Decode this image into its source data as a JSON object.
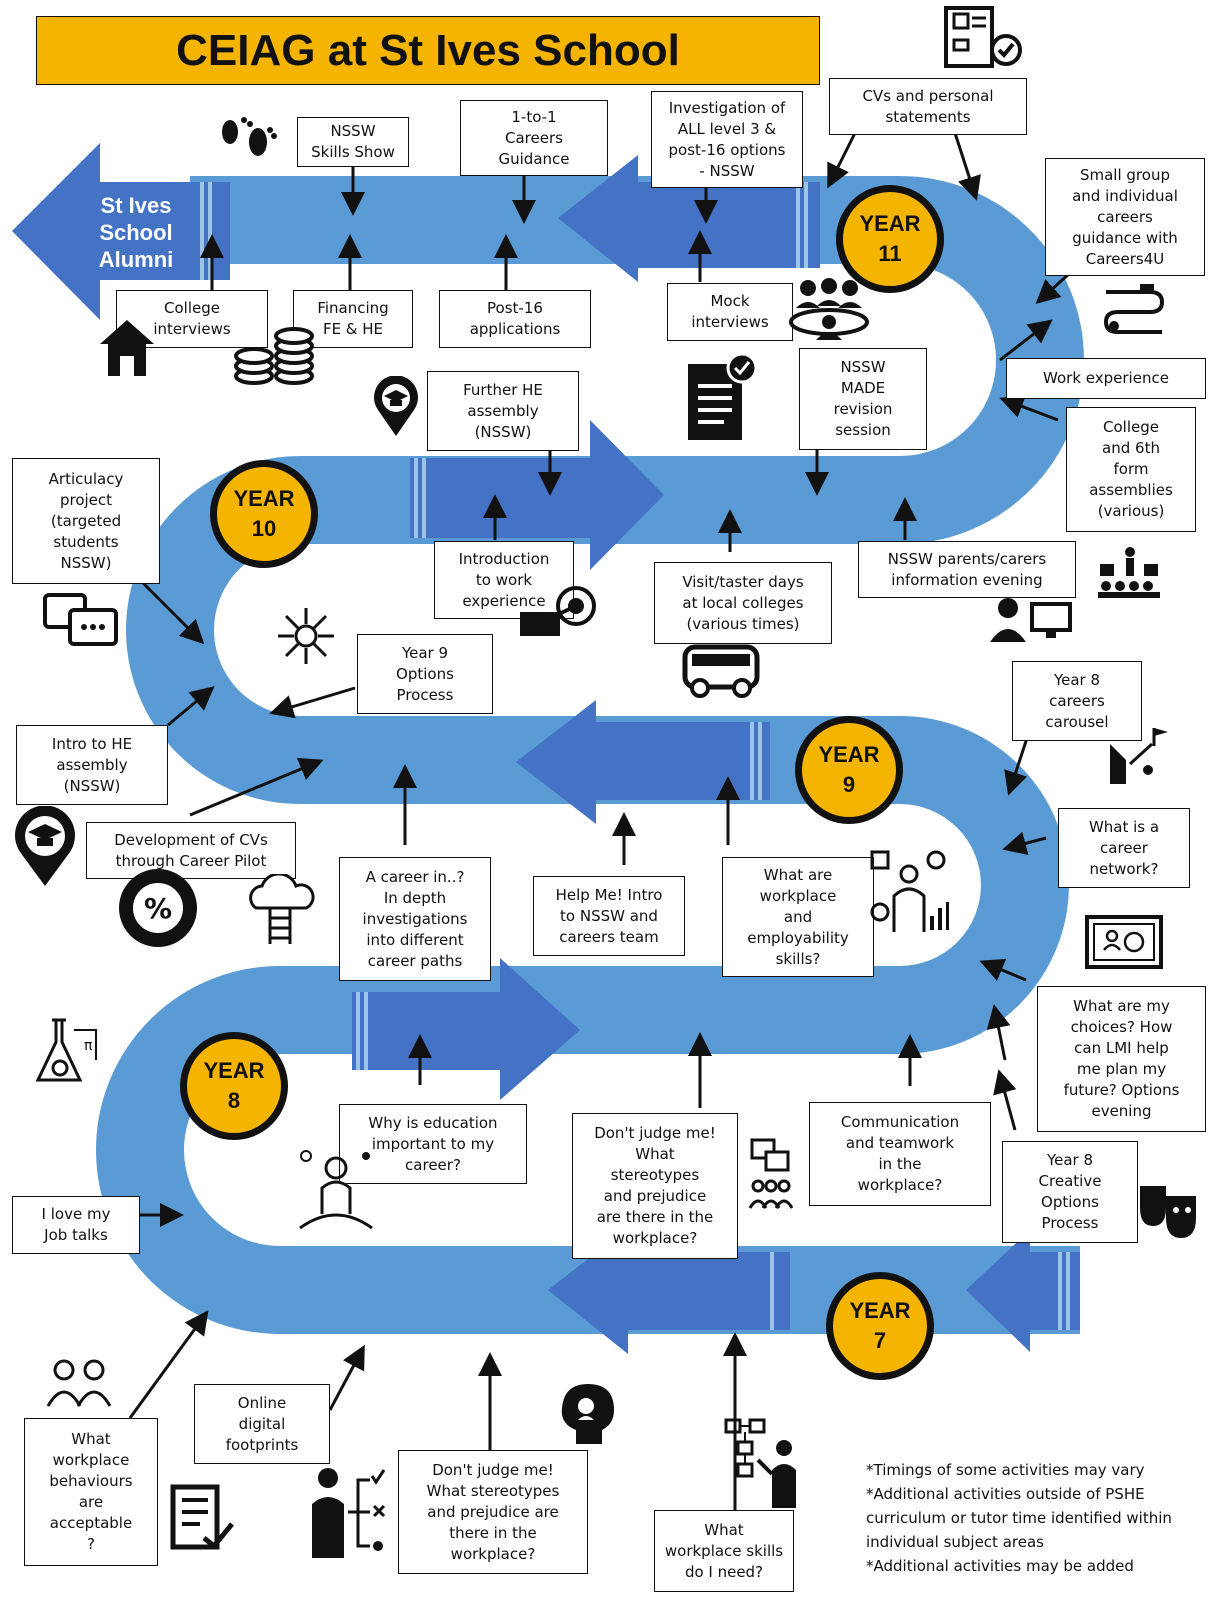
{
  "title": "CEIAG at St Ives School",
  "alumni_label": "St Ives\nSchool\nAlumni",
  "years": {
    "y7": "YEAR\n7",
    "y8": "YEAR\n8",
    "y9": "YEAR\n9",
    "y10": "YEAR\n10",
    "y11": "YEAR\n11"
  },
  "boxes": {
    "nssw_skills_show": "NSSW\nSkills Show",
    "one_to_one": "1-to-1\nCareers\nGuidance",
    "investigation": "Investigation of\nALL level 3 &\npost-16 options\n- NSSW",
    "cvs_statements": "CVs and personal\nstatements",
    "small_group": "Small group\nand individual\ncareers\nguidance with\nCareers4U",
    "college_interviews": "College\ninterviews",
    "financing": "Financing\nFE & HE",
    "post16": "Post-16\napplications",
    "mock_interviews": "Mock\ninterviews",
    "work_experience": "Work experience",
    "further_he": "Further HE\nassembly\n(NSSW)",
    "made_revision": "NSSW\nMADE\nrevision\nsession",
    "college_6th": "College\nand 6th\nform\nassemblies\n(various)",
    "articulacy": "Articulacy\nproject\n(targeted\nstudents\nNSSW)",
    "intro_work_exp": "Introduction\nto work\nexperience",
    "visit_taster": "Visit/taster days\nat local colleges\n(various times)",
    "parents_evening": "NSSW parents/carers\ninformation evening",
    "y9_options": "Year 9\nOptions\nProcess",
    "y8_carousel": "Year 8\ncareers\ncarousel",
    "intro_he": "Intro to HE\nassembly\n(NSSW)",
    "dev_cvs": "Development of CVs\nthrough Career Pilot",
    "career_in": "A career in..?\nIn depth\ninvestigations\ninto different\ncareer paths",
    "help_me": "Help Me! Intro\nto NSSW and\ncareers team",
    "workplace_skills_q": "What are\nworkplace\nand\nemployability\nskills?",
    "career_network": "What is a\ncareer\nnetwork?",
    "choices_lmi": "What are my\nchoices? How\ncan LMI help\nme plan my\nfuture? Options\nevening",
    "why_education": "Why is education\nimportant to my\ncareer?",
    "dont_judge_upper": "Don't judge me!\nWhat\nstereotypes\nand prejudice\nare there in the\nworkplace?",
    "communication": "Communication\nand teamwork\nin the\nworkplace?",
    "y8_creative": "Year 8\nCreative\nOptions\nProcess",
    "love_job": "I love my\nJob talks",
    "online_footprints": "Online\ndigital\nfootprints",
    "behaviours": "What\nworkplace\nbehaviours\nare\nacceptable\n?",
    "dont_judge_lower": "Don't judge me!\nWhat stereotypes\nand prejudice are\nthere in the\nworkplace?",
    "skills_need": "What\nworkplace skills\ndo I need?"
  },
  "notes": [
    "*Timings of some activities may vary",
    "*Additional activities outside of PSHE curriculum or tutor time identified within individual subject areas",
    "*Additional activities may be added"
  ],
  "colors": {
    "road": "#5b9bd5",
    "arrow": "#4472c4",
    "title_bg": "#f5b400",
    "year_circle": "#f5b400"
  }
}
